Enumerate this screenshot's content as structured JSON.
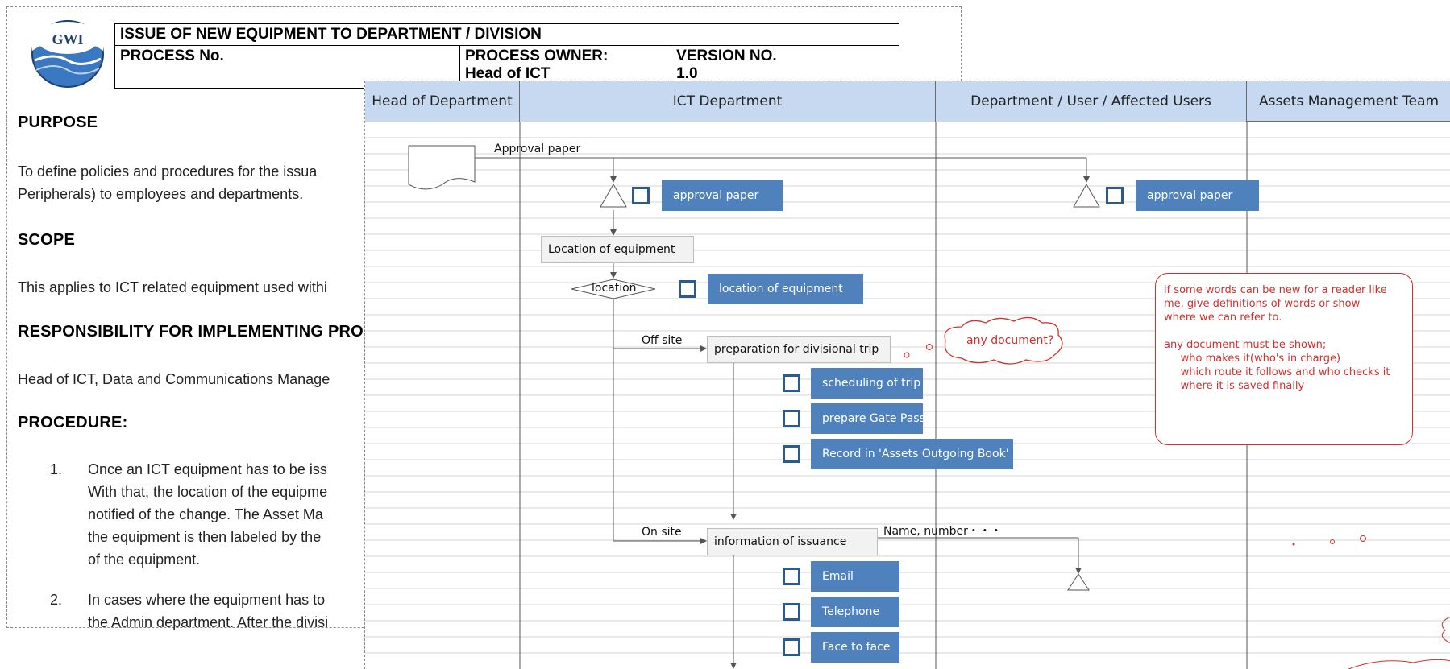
{
  "document": {
    "title": "ISSUE OF NEW EQUIPMENT TO DEPARTMENT / DIVISION",
    "process_no_label": "PROCESS No.",
    "process_owner_label": "PROCESS OWNER:",
    "process_owner_value": "Head of ICT",
    "version_label": "VERSION NO.",
    "version_value": "1.0",
    "logo_text": "GWI",
    "sections": {
      "purpose_heading": "PURPOSE",
      "purpose_line1": "To define policies and procedures for the issua",
      "purpose_line2": "Peripherals) to employees and departments.",
      "scope_heading": "SCOPE",
      "scope_line1": "This applies to ICT related equipment used withi",
      "responsibility_heading": "RESPONSIBILITY FOR IMPLEMENTING PRO",
      "responsibility_line1": "Head of ICT, Data and Communications  Manage",
      "procedure_heading": "PROCEDURE:",
      "item1_num": "1.",
      "item1_lines": [
        "Once an ICT equipment has to be iss",
        "With that, the location of the equipme",
        "notified of the change. The Asset Ma",
        "the equipment is then labeled by the",
        "of the equipment."
      ],
      "item2_num": "2.",
      "item2_lines": [
        "In cases where the equipment has to",
        "the Admin department. After the divisi"
      ]
    }
  },
  "flowchart": {
    "lanes": [
      "Head of Department",
      "ICT Department",
      "Department /  User / Affected Users",
      "Assets Management Team"
    ],
    "approval_paper_label": "Approval paper",
    "task_approval_ict": "approval paper",
    "task_approval_user": "approval paper",
    "location_of_equipment_box": "Location of equipment",
    "location_decision": "location",
    "task_location": "location  of  equipment",
    "off_site_label": "Off site",
    "prep_trip_box": "preparation for divisional trip",
    "task_scheduling": "scheduling of trip",
    "task_gate_pass": "prepare Gate Pass",
    "task_record": "Record  in 'Assets Outgoing Book'",
    "on_site_label": "On site",
    "info_issuance_box": "information of issuance",
    "name_number_label": "Name, number・・・",
    "task_email": "Email",
    "task_telephone": "Telephone",
    "task_face": "Face to face",
    "cloud_note": "any document?",
    "comment_lines": [
      "if some words can be new for a reader like",
      "me, give definitions of words  or show",
      "where we can refer to.",
      "",
      "any document must be shown;",
      "     who makes it(who's in charge)",
      "     which route it follows and who checks it",
      "     where it is saved finally"
    ]
  },
  "colors": {
    "lane_header": "#c6d9f1",
    "task_blue": "#4f81bd",
    "comment_red": "#d0312d"
  }
}
